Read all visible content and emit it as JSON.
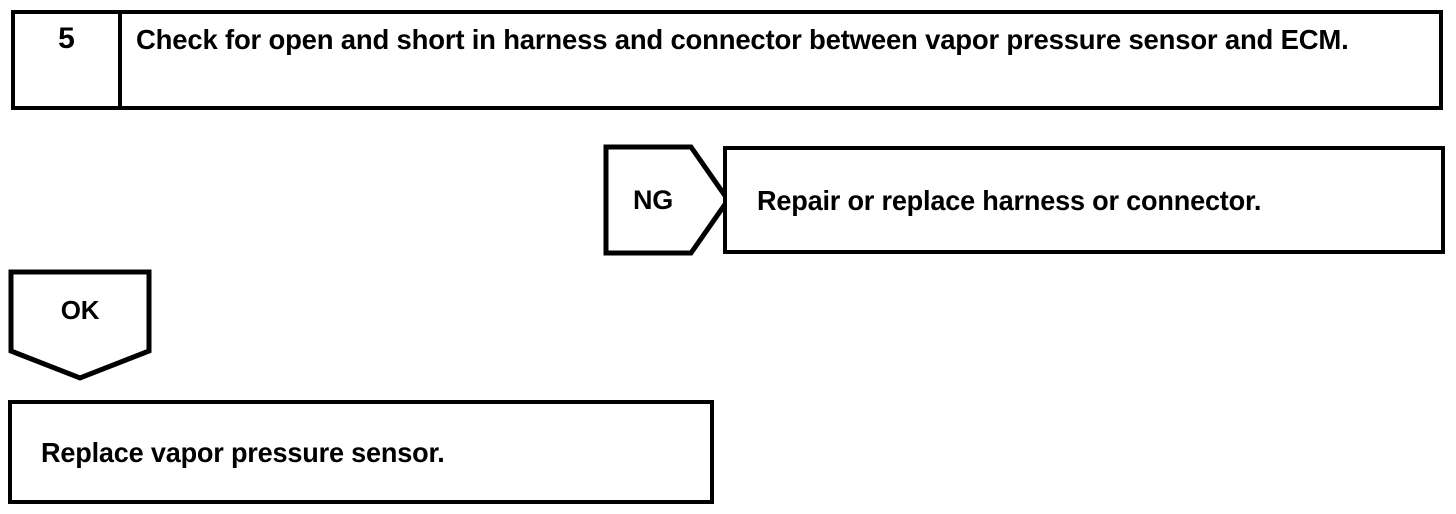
{
  "diagram": {
    "type": "troubleshooting-flowchart",
    "stroke_color": "#000000",
    "background_color": "#ffffff",
    "step": {
      "number": "5",
      "instruction": "Check for open and short in harness and connector between vapor pressure sensor and ECM."
    },
    "branches": [
      {
        "id": "ng",
        "label": "NG",
        "arrow_direction": "right",
        "result": "Repair or replace harness or connector."
      },
      {
        "id": "ok",
        "label": "OK",
        "arrow_direction": "down",
        "result": "Replace vapor pressure sensor."
      }
    ]
  }
}
